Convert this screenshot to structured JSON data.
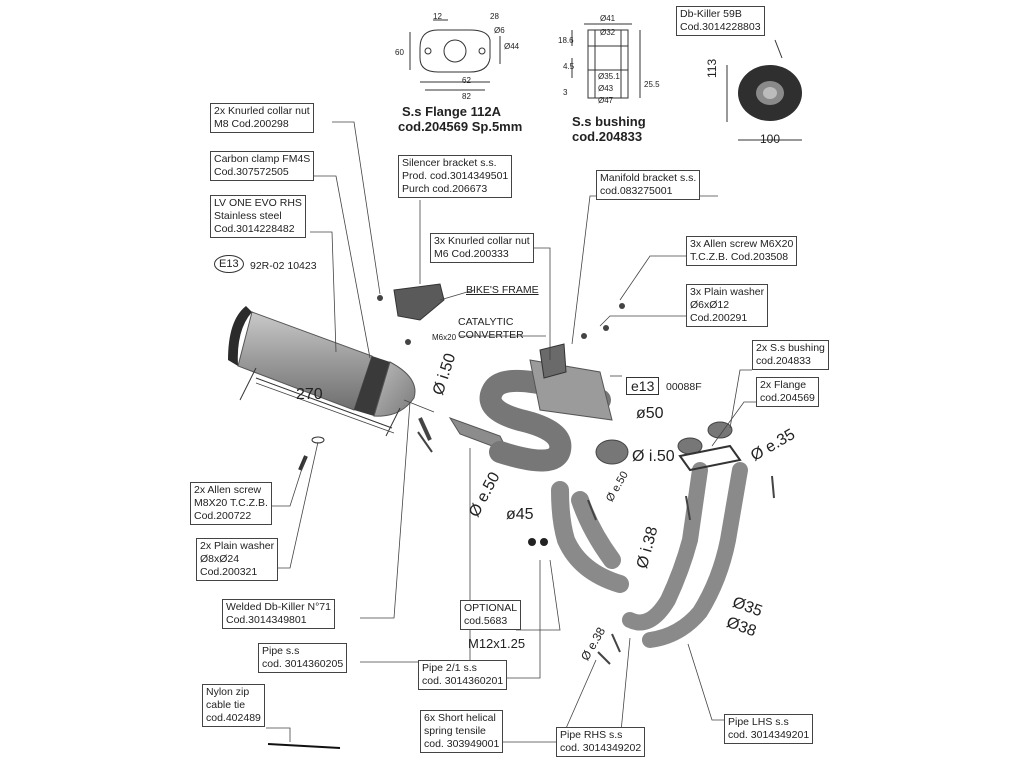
{
  "callouts": {
    "knurled_nut_m8": [
      "2x Knurled collar nut",
      "M8 Cod.200298"
    ],
    "carbon_clamp": [
      "Carbon clamp FM4S",
      "Cod.307572505"
    ],
    "silencer": [
      "LV ONE EVO RHS",
      "Stainless steel",
      "Cod.3014228482"
    ],
    "silencer_bracket": [
      "Silencer bracket s.s.",
      "Prod. cod.3014349501",
      "Purch cod.206673"
    ],
    "manifold_bracket": [
      "Manifold bracket s.s.",
      "cod.083275001"
    ],
    "knurled_nut_m6": [
      "3x Knurled collar nut",
      "M6 Cod.200333"
    ],
    "allen_m6": [
      "3x Allen screw M6X20",
      "T.C.Z.B. Cod.203508"
    ],
    "plain_washer_6": [
      "3x Plain washer",
      "Ø6xØ12",
      "Cod.200291"
    ],
    "bushing_x2": [
      "2x S.s bushing",
      "cod.204833"
    ],
    "flange_x2": [
      "2x Flange",
      "cod.204569"
    ],
    "allen_m8": [
      "2x Allen screw",
      "M8X20 T.C.Z.B.",
      "Cod.200722"
    ],
    "plain_washer_8": [
      "2x Plain washer",
      "Ø8xØ24",
      "Cod.200321"
    ],
    "welded_dbkiller": [
      "Welded Db-Killer N°71",
      "Cod.3014349801"
    ],
    "pipe_ss": [
      "Pipe s.s",
      "cod. 3014360205"
    ],
    "optional": [
      "OPTIONAL",
      "cod.5683"
    ],
    "pipe_21": [
      "Pipe 2/1 s.s",
      "cod. 3014360201"
    ],
    "nylon_tie": [
      "Nylon zip",
      "cable tie",
      "cod.402489"
    ],
    "springs": [
      "6x Short helical",
      "spring tensile",
      "cod. 303949001"
    ],
    "pipe_rhs": [
      "Pipe RHS s.s",
      "cod. 3014349202"
    ],
    "pipe_lhs": [
      "Pipe LHS s.s",
      "cod. 3014349201"
    ],
    "db_killer_59b": [
      "Db-Killer 59B",
      "Cod.3014228803"
    ]
  },
  "plain_labels": {
    "bikes_frame": "BIKE'S FRAME",
    "catalytic": [
      "CATALYTIC",
      "CONVERTER"
    ],
    "m6x20": "M6x20",
    "m12": "M12x1.25"
  },
  "homologation": {
    "e13_left": "E13",
    "e13_left_code": "92R-02 10423",
    "e13_right": "e13",
    "e13_right_code": "00088F"
  },
  "flange_drawing": {
    "title": "S.s Flange 112A",
    "code": "cod.204569 Sp.5mm",
    "dims": [
      "12",
      "28",
      "Ø6",
      "60",
      "Ø44",
      "62",
      "82"
    ]
  },
  "bushing_drawing": {
    "title": "S.s bushing",
    "code": "cod.204833",
    "dims": [
      "Ø41",
      "Ø32",
      "18.6",
      "4.5",
      "3",
      "25.5",
      "Ø35.1",
      "Ø43",
      "Ø47"
    ]
  },
  "dbkiller_drawing": {
    "height": "113",
    "width": "100"
  },
  "dimensions": {
    "silencer_len": "270",
    "i150_a": "Ø i.50",
    "d50": "ø50",
    "i150_b": "Ø i.50",
    "e50_a": "Ø e.50",
    "e50_b": "Ø e.50",
    "d45": "ø45",
    "i38": "Ø i.38",
    "e38": "Ø e.38",
    "d35": "Ø35",
    "d38": "Ø38",
    "e35": "Ø e.35"
  }
}
